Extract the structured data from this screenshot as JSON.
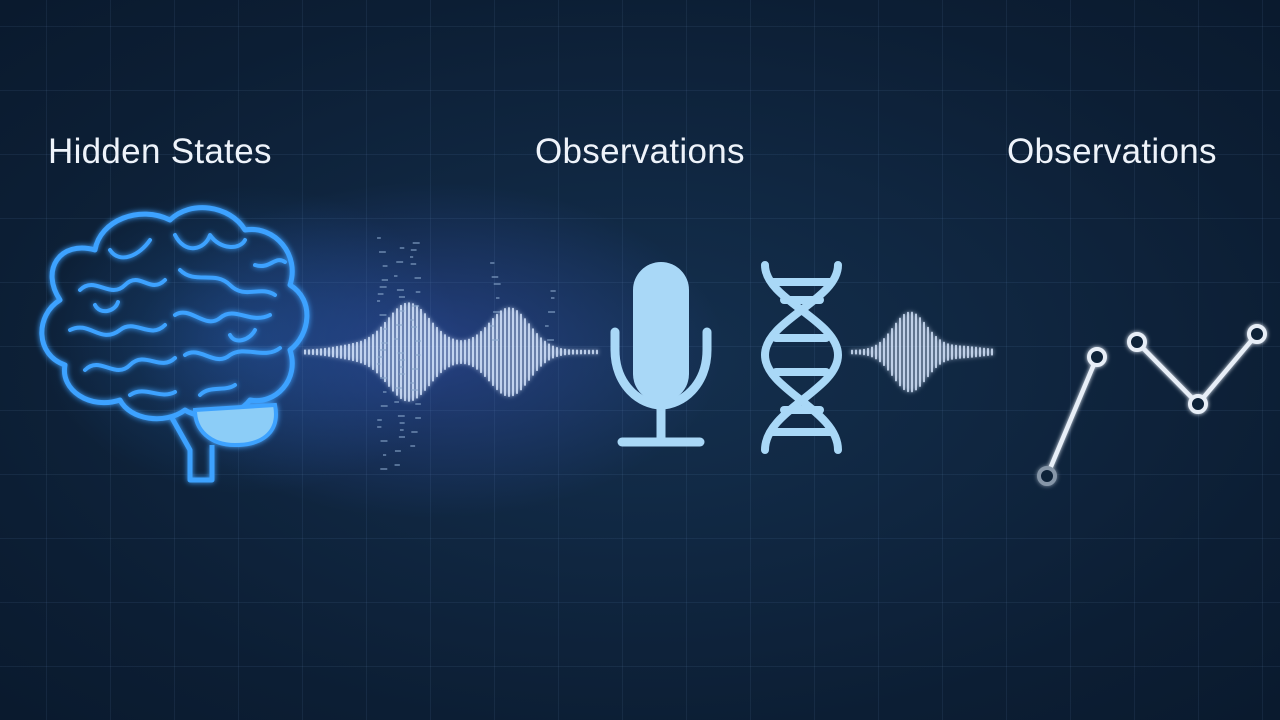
{
  "labels": {
    "hidden_states": "Hidden States",
    "observations_1": "Observations",
    "observations_2": "Observations"
  },
  "icons": [
    {
      "name": "brain-icon"
    },
    {
      "name": "waveform-icon"
    },
    {
      "name": "microphone-icon"
    },
    {
      "name": "dna-icon"
    },
    {
      "name": "line-chart-icon"
    }
  ],
  "colors": {
    "background": "#0d2038",
    "brain": "#3ea2ff",
    "icon_fill": "#a9d8f7",
    "wave": "#d8e8ff",
    "text": "#eef3fa"
  }
}
